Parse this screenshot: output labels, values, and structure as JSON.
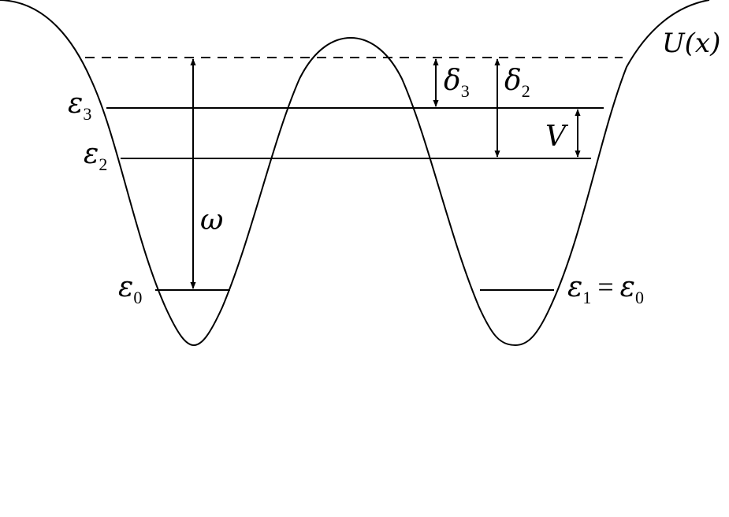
{
  "diagram": {
    "curve_label": "U(x)",
    "levels": {
      "e3": {
        "symbol": "ε",
        "sub": "3"
      },
      "e2": {
        "symbol": "ε",
        "sub": "2"
      },
      "e0": {
        "symbol": "ε",
        "sub": "0"
      },
      "e1": {
        "symbol": "ε",
        "sub": "1",
        "equals": "=",
        "rhs_symbol": "ε",
        "rhs_sub": "0"
      }
    },
    "gaps": {
      "omega": "ω",
      "delta3": {
        "symbol": "δ",
        "sub": "3"
      },
      "delta2": {
        "symbol": "δ",
        "sub": "2"
      },
      "V": "V"
    }
  }
}
